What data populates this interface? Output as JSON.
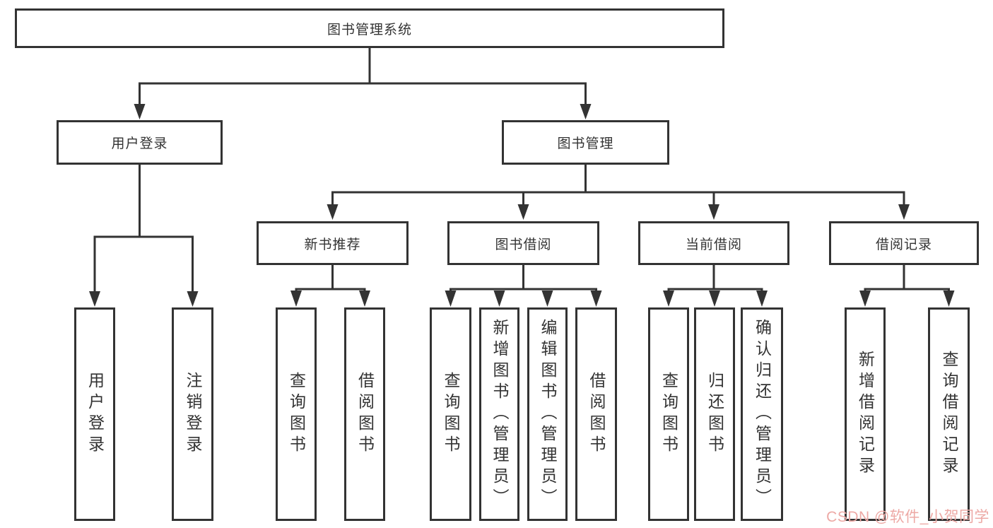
{
  "diagram": {
    "root": {
      "label": "图书管理系统"
    },
    "level2": [
      {
        "label": "用户登录"
      },
      {
        "label": "图书管理"
      }
    ],
    "level3": [
      {
        "label": "新书推荐"
      },
      {
        "label": "图书借阅"
      },
      {
        "label": "当前借阅"
      },
      {
        "label": "借阅记录"
      }
    ],
    "leaves": {
      "user_login": [
        {
          "label": "用户登录"
        },
        {
          "label": "注销登录"
        }
      ],
      "new_book_recommend": [
        {
          "label": "查询图书"
        },
        {
          "label": "借阅图书"
        }
      ],
      "book_borrow": [
        {
          "label": "查询图书"
        },
        {
          "label": "新增图书（管理员）"
        },
        {
          "label": "编辑图书（管理员）"
        },
        {
          "label": "借阅图书"
        }
      ],
      "current_borrow": [
        {
          "label": "查询图书"
        },
        {
          "label": "归还图书"
        },
        {
          "label": "确认归还（管理员）"
        }
      ],
      "borrow_records": [
        {
          "label": "新增借阅记录"
        },
        {
          "label": "查询借阅记录"
        }
      ]
    }
  },
  "watermark": {
    "text": "CSDN @软件_小贺同学"
  },
  "colors": {
    "line": "#333333",
    "text": "#333333",
    "background": "#ffffff",
    "watermark": "#eda9a5"
  }
}
